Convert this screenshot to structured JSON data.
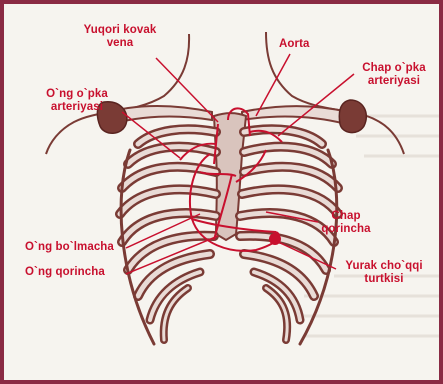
{
  "colors": {
    "frame": "#8a2b44",
    "label": "#c8102e",
    "bone": "#7a3b35",
    "bone_light": "#e9dbd6",
    "vessel": "#c8102e"
  },
  "labels": {
    "superior_vena_cava": [
      "Yuqori kovak",
      "vena"
    ],
    "aorta": [
      "Aorta"
    ],
    "left_pulmonary_artery": [
      "Chap o`pka",
      "arteriyasi"
    ],
    "right_pulmonary_artery": [
      "O`ng o`pka",
      "arteriyasi"
    ],
    "left_ventricle": [
      "Chap",
      "qorincha"
    ],
    "right_atrium": [
      "O`ng bo`lmacha"
    ],
    "right_ventricle": [
      "O`ng qorincha"
    ],
    "apex_beat": [
      "Yurak cho`qqi",
      "turtkisi"
    ]
  }
}
